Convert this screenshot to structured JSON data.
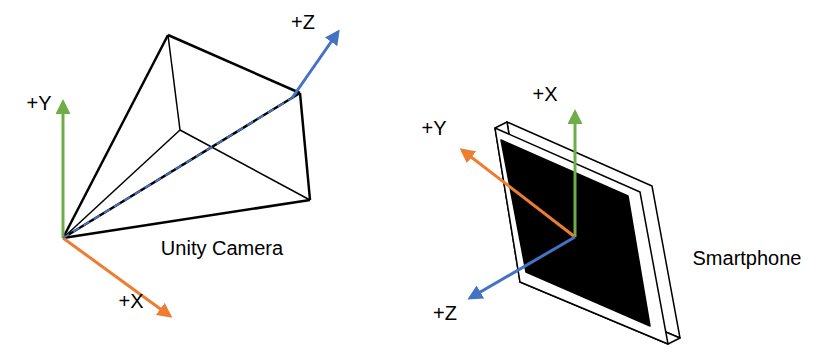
{
  "diagram": {
    "labels": [
      "+Z",
      "+Y",
      "+X",
      "Unity Camera",
      "+X",
      "+Y",
      "+Z",
      "Smartphone"
    ]
  }
}
